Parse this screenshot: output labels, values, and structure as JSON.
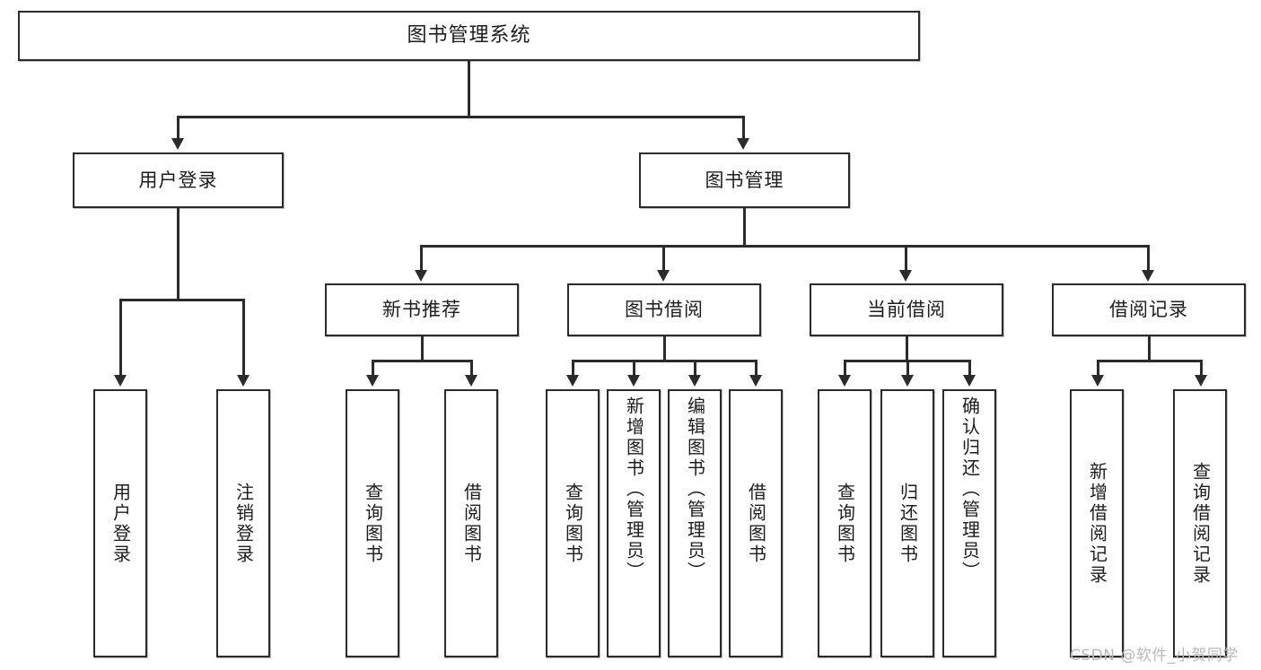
{
  "diagram": {
    "title": "图书管理系统",
    "type": "functional-structure-tree",
    "root": {
      "label": "图书管理系统"
    },
    "level2": [
      {
        "label": "用户登录"
      },
      {
        "label": "图书管理"
      }
    ],
    "level3": [
      {
        "label": "新书推荐"
      },
      {
        "label": "图书借阅"
      },
      {
        "label": "当前借阅"
      },
      {
        "label": "借阅记录"
      }
    ],
    "leaves": {
      "user_login": [
        {
          "label": "用户登录"
        },
        {
          "label": "注销登录"
        }
      ],
      "new_book_recommend": [
        {
          "label": "查询图书"
        },
        {
          "label": "借阅图书"
        }
      ],
      "book_borrow": [
        {
          "label": "查询图书"
        },
        {
          "label": "新增图书（管理员）"
        },
        {
          "label": "编辑图书（管理员）"
        },
        {
          "label": "借阅图书"
        }
      ],
      "current_borrow": [
        {
          "label": "查询图书"
        },
        {
          "label": "归还图书"
        },
        {
          "label": "确认归还（管理员）"
        }
      ],
      "borrow_record": [
        {
          "label": "新增借阅记录"
        },
        {
          "label": "查询借阅记录"
        }
      ]
    }
  },
  "watermark": {
    "text": "CSDN @软件_小贺同学"
  },
  "colors": {
    "stroke": "#2b2b2b",
    "fill": "#ffffff",
    "text": "#1d1d1d",
    "watermark": "#b9b9b9"
  }
}
